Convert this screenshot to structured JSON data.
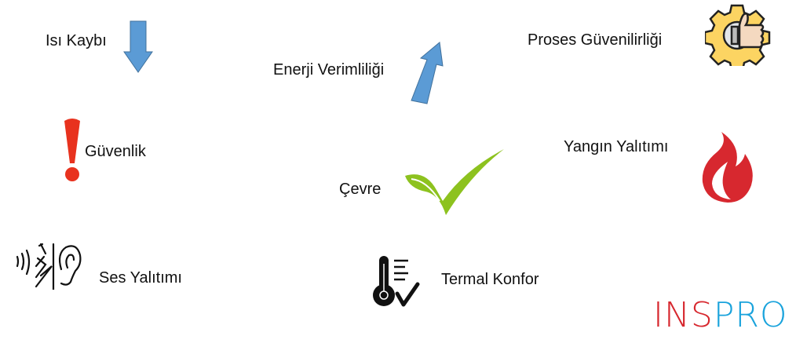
{
  "items": {
    "heat_loss": "Isı Kaybı",
    "energy_efficiency": "Enerji Verimliliği",
    "process_reliability": "Proses Güvenilirliği",
    "safety": "Güvenlik",
    "fire_insulation": "Yangın Yalıtımı",
    "environment": "Çevre",
    "sound_insulation": "Ses Yalıtımı",
    "thermal_comfort": "Termal Konfor"
  },
  "logo": {
    "part1": "INS",
    "part2": "PRO"
  },
  "colors": {
    "arrow": "#5b9bd5",
    "alert": "#e8321e",
    "flame": "#d7282f",
    "check": "#8dc21f",
    "logo_red": "#d7282f",
    "logo_blue": "#1aa3dc",
    "gear": "#fcd462"
  }
}
